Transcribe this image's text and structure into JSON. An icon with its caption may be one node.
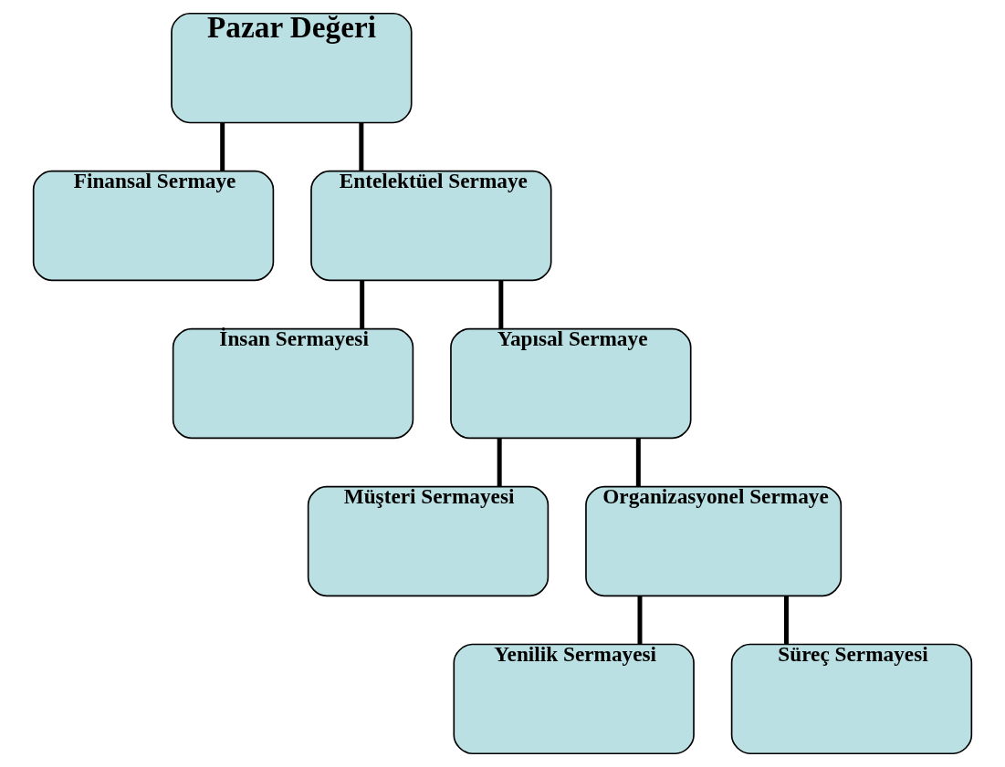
{
  "diagram": {
    "nodes": [
      {
        "text": [
          "Pazar Değeri"
        ]
      },
      {
        "text": [
          "Finansal Sermaye"
        ]
      },
      {
        "text": [
          "Entelektüel Sermaye"
        ]
      },
      {
        "text": [
          "İnsan Sermayesi"
        ]
      },
      {
        "text": [
          "Yapısal Sermaye"
        ]
      },
      {
        "text": [
          "Müşteri Sermayesi"
        ]
      },
      {
        "text": [
          "Organizasyonel Sermaye"
        ]
      },
      {
        "text": [
          "Yenilik Sermayesi"
        ]
      },
      {
        "text": [
          "Süreç Sermayesi"
        ]
      }
    ],
    "edges": [
      {
        "from": 0,
        "to": 1,
        "arrow": "none"
      },
      {
        "from": 0,
        "to": 2,
        "arrow": "none"
      },
      {
        "from": 2,
        "to": 3,
        "arrow": "none"
      },
      {
        "from": 2,
        "to": 4,
        "arrow": "none"
      },
      {
        "from": 4,
        "to": 5,
        "arrow": "none"
      },
      {
        "from": 4,
        "to": 6,
        "arrow": "none"
      },
      {
        "from": 6,
        "to": 7,
        "arrow": "none"
      },
      {
        "from": 6,
        "to": 8,
        "arrow": "none"
      }
    ]
  }
}
